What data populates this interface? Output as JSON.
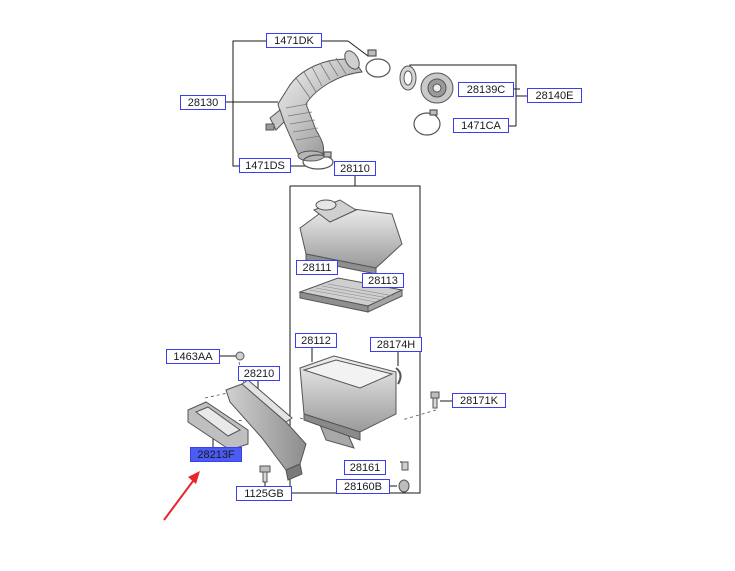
{
  "diagram": {
    "labels": {
      "l1471dk": "1471DK",
      "l28130": "28130",
      "l28139c": "28139C",
      "l28140e": "28140E",
      "l1471ca": "1471CA",
      "l1471ds": "1471DS",
      "l28110": "28110",
      "l28111": "28111",
      "l28113": "28113",
      "l28112": "28112",
      "l28174h": "28174H",
      "l1463aa": "1463AA",
      "l28210": "28210",
      "l28171k": "28171K",
      "l28213f": "28213F",
      "l28161": "28161",
      "l28160b": "28160B",
      "l1125gb": "1125GB"
    },
    "colors": {
      "label_border": "#3c3cf0",
      "highlight_fill": "#4a5cf2",
      "leader_line": "#1a1a1a",
      "pointer_arrow": "#e8262a",
      "part_stroke": "#555555",
      "part_fill": "#d9d9d9"
    },
    "highlighted_label": "28213F",
    "pointer": "red-arrow"
  }
}
